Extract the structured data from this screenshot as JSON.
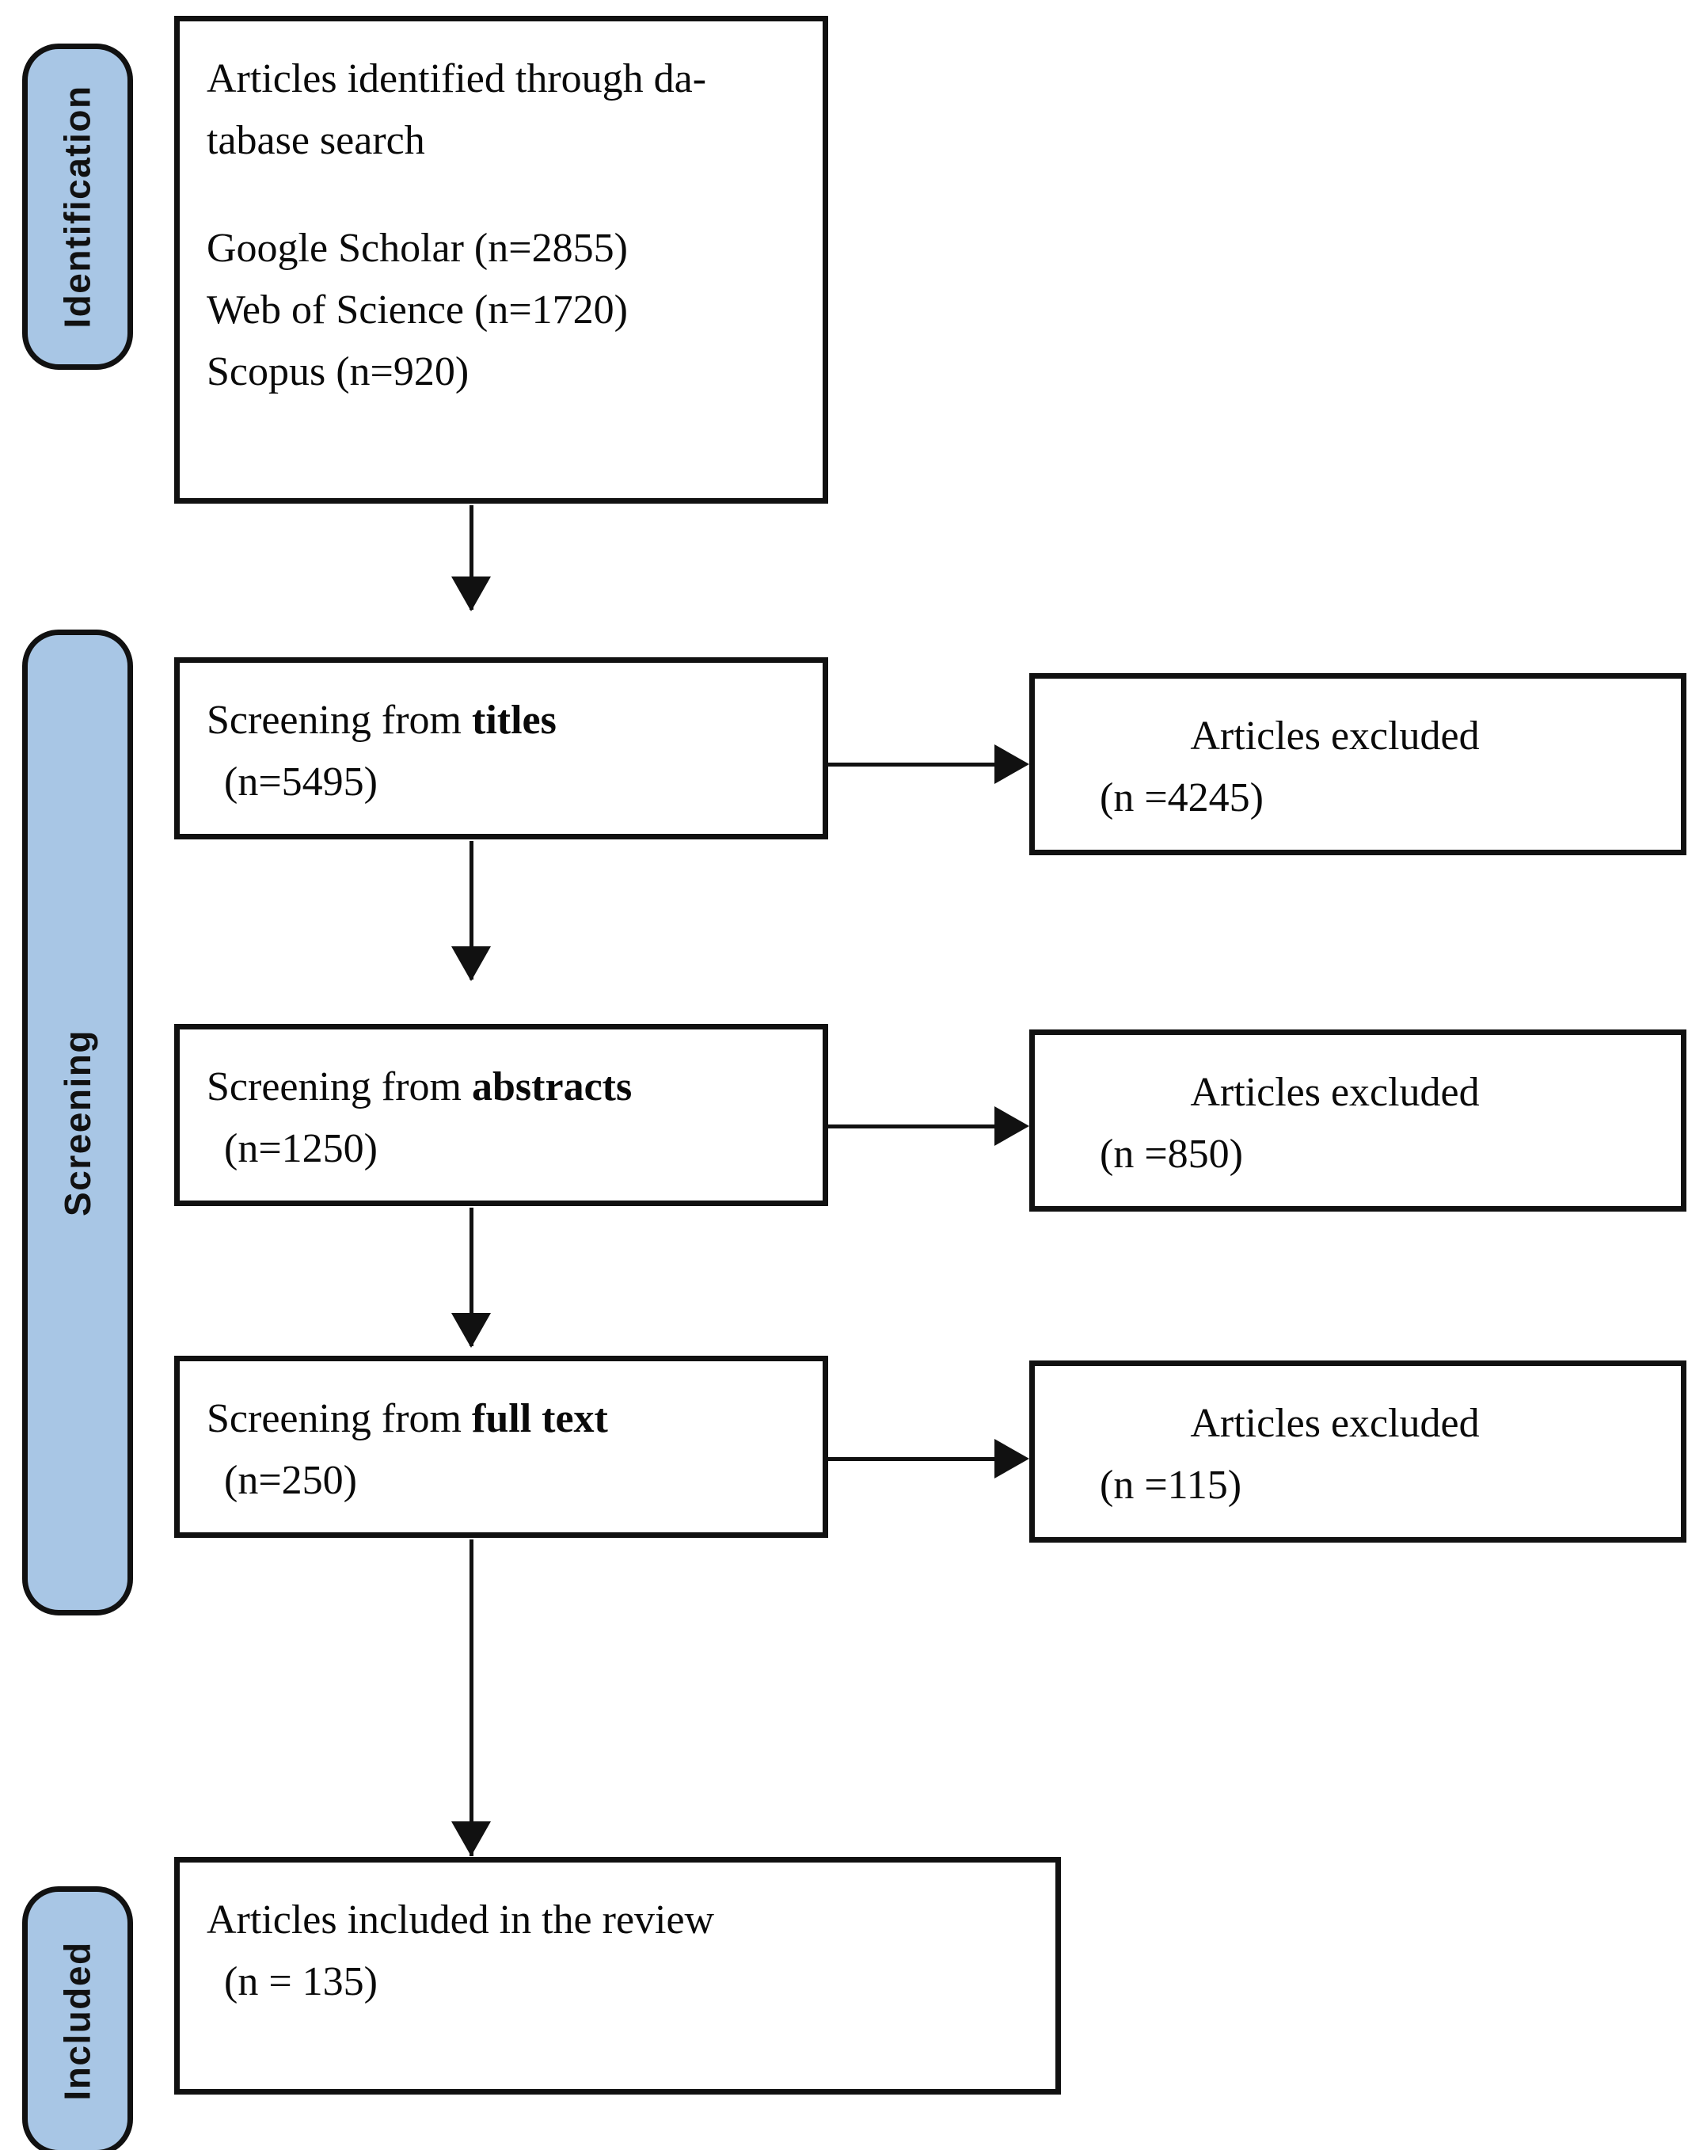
{
  "diagram": {
    "title": "PRISMA study selection flow diagram",
    "accent_color": "#a8c6e5",
    "line_color": "#111111",
    "background_color": "#ffffff"
  },
  "stages": [
    {
      "id": "identification",
      "label": "Identification"
    },
    {
      "id": "screening",
      "label": "Screening"
    },
    {
      "id": "included",
      "label": "Included"
    }
  ],
  "boxes": {
    "identification": {
      "heading_line1": "Articles identified through da-",
      "heading_line2": "tabase search",
      "sources": [
        "Google Scholar (n=2855)",
        "Web of Science (n=1720)",
        "Scopus (n=920)"
      ]
    },
    "screening_titles": {
      "label_prefix": "Screening from ",
      "label_strong": "titles",
      "count": "(n=5495)"
    },
    "excluded_titles": {
      "label": "Articles excluded",
      "count": "(n =4245)"
    },
    "screening_abstracts": {
      "label_prefix": "Screening from ",
      "label_strong": "abstracts",
      "count": "(n=1250)"
    },
    "excluded_abstracts": {
      "label": "Articles excluded",
      "count": "(n =850)"
    },
    "screening_fulltext": {
      "label_prefix": "Screening from ",
      "label_strong": "full text",
      "count": "(n=250)"
    },
    "excluded_fulltext": {
      "label": "Articles excluded",
      "count": "(n =115)"
    },
    "included": {
      "label": "Articles included in the review",
      "count": "(n = 135)"
    }
  },
  "chart_data": {
    "type": "diagram",
    "title": "PRISMA study selection flow diagram",
    "stages": [
      "Identification",
      "Screening",
      "Included"
    ],
    "nodes": [
      {
        "id": "identification",
        "stage": "Identification",
        "label": "Articles identified through database search",
        "n": 5495,
        "breakdown": [
          {
            "source": "Google Scholar",
            "n": 2855
          },
          {
            "source": "Web of Science",
            "n": 1720
          },
          {
            "source": "Scopus",
            "n": 920
          }
        ]
      },
      {
        "id": "screening_titles",
        "stage": "Screening",
        "label": "Screening from titles",
        "n": 5495
      },
      {
        "id": "excluded_titles",
        "stage": "Screening",
        "label": "Articles excluded",
        "n": 4245
      },
      {
        "id": "screening_abstracts",
        "stage": "Screening",
        "label": "Screening from abstracts",
        "n": 1250
      },
      {
        "id": "excluded_abstracts",
        "stage": "Screening",
        "label": "Articles excluded",
        "n": 850
      },
      {
        "id": "screening_fulltext",
        "stage": "Screening",
        "label": "Screening from full text",
        "n": 250
      },
      {
        "id": "excluded_fulltext",
        "stage": "Screening",
        "label": "Articles excluded",
        "n": 115
      },
      {
        "id": "included",
        "stage": "Included",
        "label": "Articles included in the review",
        "n": 135
      }
    ],
    "edges": [
      {
        "from": "identification",
        "to": "screening_titles",
        "direction": "down"
      },
      {
        "from": "screening_titles",
        "to": "excluded_titles",
        "direction": "right"
      },
      {
        "from": "screening_titles",
        "to": "screening_abstracts",
        "direction": "down"
      },
      {
        "from": "screening_abstracts",
        "to": "excluded_abstracts",
        "direction": "right"
      },
      {
        "from": "screening_abstracts",
        "to": "screening_fulltext",
        "direction": "down"
      },
      {
        "from": "screening_fulltext",
        "to": "excluded_fulltext",
        "direction": "right"
      },
      {
        "from": "screening_fulltext",
        "to": "included",
        "direction": "down"
      }
    ]
  }
}
